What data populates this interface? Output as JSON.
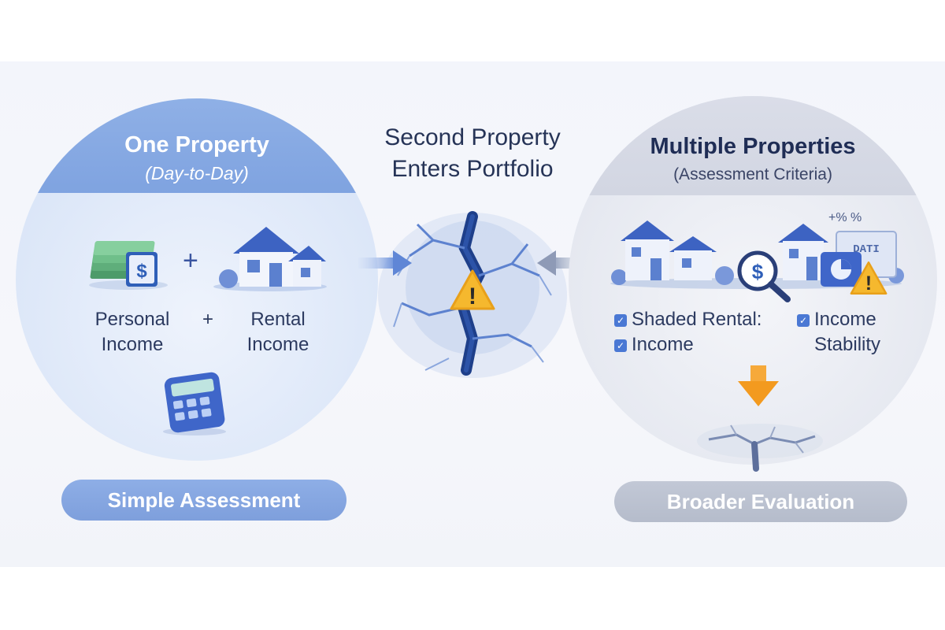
{
  "left": {
    "title": "One Property",
    "subtitle": "(Day-to-Day)",
    "plus_icon": "+",
    "dollar_symbol": "$",
    "labels": {
      "personal_line1": "Personal",
      "personal_line2": "Income",
      "plus": "+",
      "rental_line1": "Rental",
      "rental_line2": "Income"
    },
    "icons": [
      "cash-stack-icon",
      "house-icon",
      "calculator-icon"
    ],
    "pill": "Simple Assessment"
  },
  "middle": {
    "title_line1": "Second Property",
    "title_line2": "Enters Portfolio",
    "icons": [
      "arrow-right-icon",
      "arrow-left-icon",
      "cracked-ground-icon",
      "warning-icon"
    ],
    "warning_symbol": "!"
  },
  "right": {
    "title": "Multiple Properties",
    "subtitle": "(Assessment Criteria)",
    "corner_text": "+% %",
    "doc_text": "DATI",
    "dollar_symbol": "$",
    "warning_symbol": "!",
    "criteria": {
      "item1": "Shaded Rental:",
      "item2": "Income",
      "item3_line1": "Income",
      "item3_line2": "Stability"
    },
    "icons": [
      "houses-icon",
      "magnifier-icon",
      "document-icon",
      "warning-icon",
      "arrow-down-icon",
      "crack-icon"
    ],
    "pill": "Broader Evaluation"
  },
  "colors": {
    "left_accent": "#7fa3e0",
    "right_accent": "#c2c8d6",
    "warning": "#f5b82e",
    "arrow_down": "#f39a1f",
    "text_dark": "#263457"
  }
}
